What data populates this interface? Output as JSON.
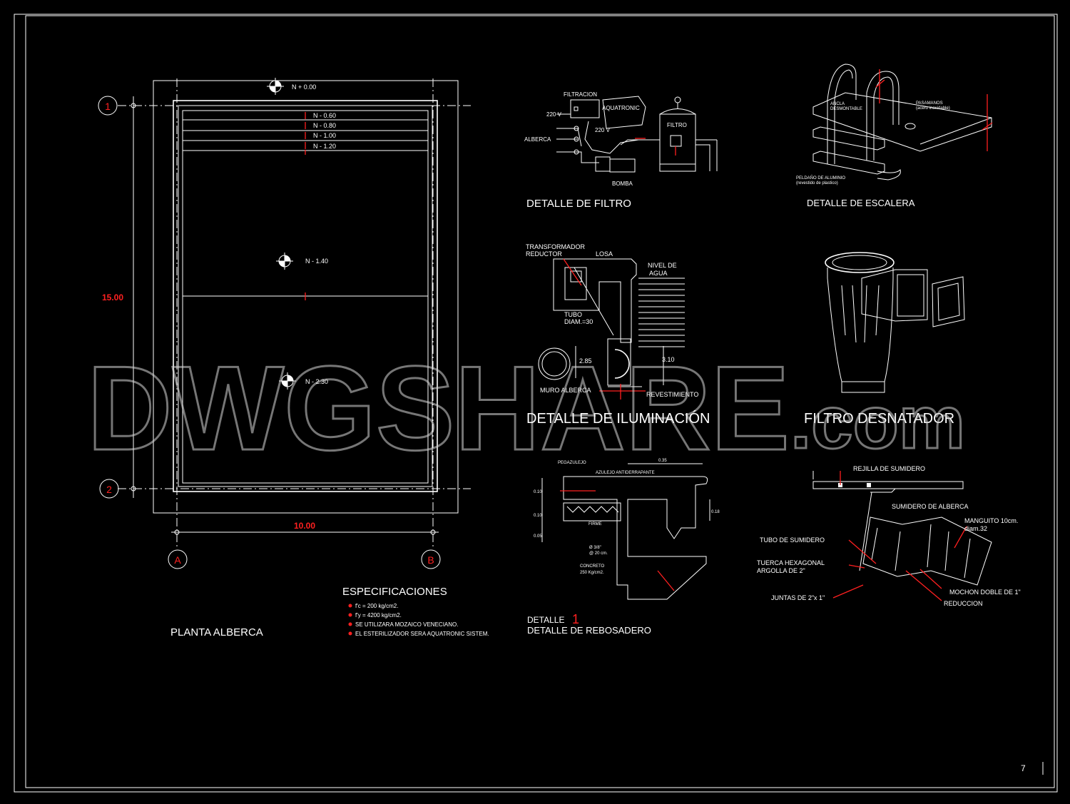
{
  "plan": {
    "title": "PLANTA ALBERCA",
    "axis_1": "1",
    "axis_2": "2",
    "axis_a": "A",
    "axis_b": "B",
    "dim_length": "15.00",
    "dim_width": "10.00",
    "levels": [
      "N + 0.00",
      "N - 0.60",
      "N - 0.80",
      "N - 1.00",
      "N - 1.20",
      "N - 1.40",
      "N - 2.30"
    ]
  },
  "specs": {
    "title": "ESPECIFICACIONES",
    "items": [
      "f'c = 200 kg/cm2.",
      "f'y = 4200 kg/cm2.",
      "SE UTILIZARA MOZAICO VENECIANO.",
      "EL ESTERILIZADOR SERA AQUATRONIC SISTEM."
    ]
  },
  "filtro": {
    "title": "DETALLE DE FILTRO",
    "labels": [
      "FILTRACION",
      "AQUATRONIC",
      "220 V",
      "220 V",
      "ALBERCA",
      "FILTRO",
      "BOMBA"
    ]
  },
  "escalera": {
    "title": "DETALLE DE ESCALERA",
    "labels": [
      "ANCLA",
      "DESMONTABLE",
      "PASAMANOS",
      "(acero inoxidable)",
      "PELDAÑO DE ALUMINIO",
      "(revestido de plastico)"
    ]
  },
  "iluminacion": {
    "title": "DETALLE DE ILUMINACIÓN",
    "labels": [
      "TRANSFORMADOR",
      "REDUCTOR",
      "LOSA",
      "NIVEL DE",
      "AGUA",
      "TUBO",
      "DIAM.=30",
      "2.85",
      "3.10",
      "MURO ALBERCA",
      "REVESTIMIENTO"
    ]
  },
  "desnatador": {
    "title": "FILTRO DESNATADOR"
  },
  "rebosadero": {
    "detalle": "DETALLE",
    "num": "1",
    "title": "DETALLE DE REBOSADERO",
    "labels": [
      "PEGAZULEJO",
      "AZULEJO ANTIDERRAPANTE",
      "0.35",
      "0.10",
      "0.10",
      "0.05",
      "0.18",
      "FIRME",
      "Ø 3/8\"",
      "@ 20 cm.",
      "CONCRETO",
      "250 Kg/cm2."
    ]
  },
  "sumidero": {
    "labels": [
      "REJILLA DE SUMIDERO",
      "SUMIDERO DE ALBERCA",
      "MANGUITO 10cm.",
      "diam.32",
      "TUBO DE SUMIDERO",
      "TUERCA HEXAGONAL",
      "ARGOLLA DE 2\"",
      "JUNTAS DE 2\"x 1\"",
      "MOCHON DOBLE DE 1\"",
      "REDUCCION"
    ]
  },
  "watermark": {
    "text1": "DWGSHARE",
    "text2": ".com"
  },
  "sheet": {
    "number": "7"
  },
  "colors": {
    "background": "#000000",
    "line": "#ffffff",
    "accent": "#ff2020"
  }
}
